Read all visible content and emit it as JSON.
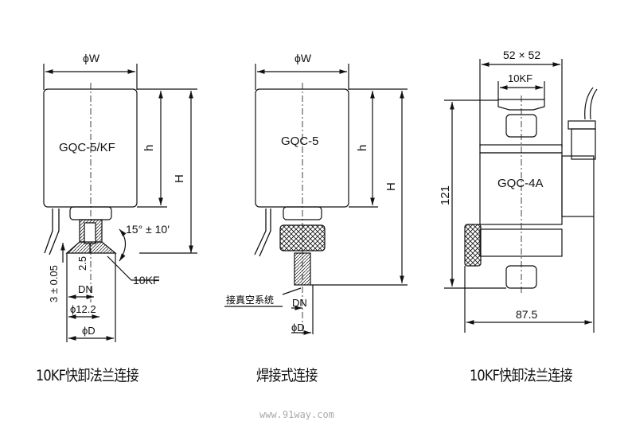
{
  "diagrams": [
    {
      "model": "GQC-5/KF",
      "labels": {
        "width": "ϕW",
        "h": "h",
        "H": "H",
        "angle": "15° ± 10′",
        "flange": "10KF",
        "tol": "3 ± 0.05",
        "step": "2.5",
        "dn": "DN",
        "d12": "ϕ12.2",
        "d": "ϕD"
      },
      "caption": "10KF快卸法兰连接"
    },
    {
      "model": "GQC-5",
      "labels": {
        "width": "ϕW",
        "h": "h",
        "H": "H",
        "connect": "接真空系统",
        "dn": "DN",
        "d": "ϕD"
      },
      "caption": "焊接式连接"
    },
    {
      "model": "GQC-4A",
      "labels": {
        "size": "52 × 52",
        "flange": "10KF",
        "height": "121",
        "length": "87.5"
      },
      "caption": "10KF快卸法兰连接"
    }
  ],
  "watermark": "www.91way.com"
}
